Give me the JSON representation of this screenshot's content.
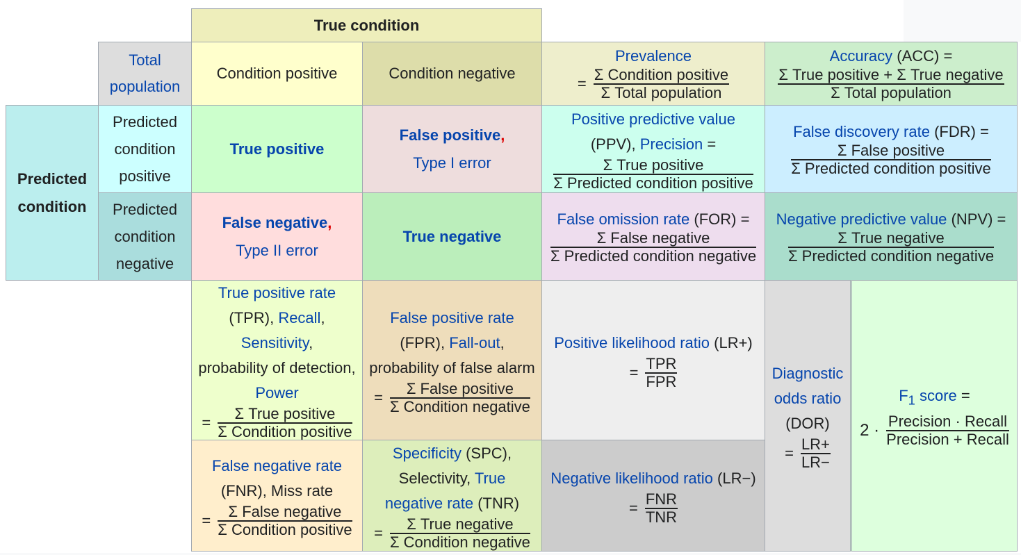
{
  "eq": "=",
  "header": {
    "true_condition": "True condition",
    "total": "Total",
    "population": "population",
    "condition_positive": "Condition positive",
    "condition_negative": "Condition negative",
    "predicted": "Predicted",
    "condition": "condition",
    "pcp": [
      "Predicted",
      "condition",
      "positive"
    ],
    "pcn": [
      "Predicted",
      "condition",
      "negative"
    ]
  },
  "prevalence": {
    "name": "Prevalence",
    "num": "Σ Condition positive",
    "den": "Σ Total population"
  },
  "accuracy": {
    "name": "Accuracy",
    "abbr": " (ACC) =",
    "num": "Σ True positive + Σ True negative",
    "den": "Σ Total population"
  },
  "tp": "True positive",
  "fp": {
    "label": "False positive",
    "comma": ",",
    "sub": "Type I error"
  },
  "fn": {
    "label": "False negative",
    "comma": ",",
    "sub": "Type II error"
  },
  "tn": "True negative",
  "ppv": {
    "name": "Positive predictive value",
    "abbr": "(PPV), ",
    "alias": "Precision",
    "tail": " =",
    "num": "Σ True positive",
    "den": "Σ Predicted condition positive"
  },
  "fdr": {
    "name": "False discovery rate",
    "abbr": " (FDR) =",
    "num": "Σ False positive",
    "den": "Σ Predicted condition positive"
  },
  "for": {
    "name": "False omission rate",
    "abbr": " (FOR) =",
    "num": "Σ False negative",
    "den": "Σ Predicted condition negative"
  },
  "npv": {
    "name": "Negative predictive value",
    "abbr": " (NPV) =",
    "num": "Σ True negative",
    "den": "Σ Predicted condition negative"
  },
  "tpr": {
    "name": "True positive rate",
    "abbr": "(TPR), ",
    "recall": "Recall",
    "c1": ",",
    "sens": "Sensitivity",
    "c2": ",",
    "pod": "probability of detection,",
    "power": "Power",
    "num": "Σ True positive",
    "den": "Σ Condition positive"
  },
  "fpr": {
    "name": "False positive rate",
    "abbr": "(FPR), ",
    "fallout": "Fall-out",
    "c1": ",",
    "pfa": "probability of false alarm",
    "num": "Σ False positive",
    "den": "Σ Condition negative"
  },
  "lrp": {
    "name": "Positive likelihood ratio",
    "abbr": " (LR+)",
    "num": "TPR",
    "den": "FPR"
  },
  "lrn": {
    "name": "Negative likelihood ratio",
    "abbr": " (LR−)",
    "num": "FNR",
    "den": "TNR"
  },
  "dor": {
    "l1": "Diagnostic",
    "l2": "odds ratio",
    "abbr": "(DOR)",
    "num": "LR+",
    "den": "LR−"
  },
  "f1": {
    "f": "F",
    "sub": "1",
    "score": " score",
    "tail": " =",
    "two": "2 ·",
    "num": "Precision · Recall",
    "den": "Precision + Recall"
  },
  "fnr": {
    "name": "False negative rate",
    "abbr": "(FNR), Miss rate",
    "num": "Σ False negative",
    "den": "Σ Condition positive"
  },
  "spc": {
    "name": "Specificity",
    "abbr": " (SPC),",
    "sel": "Selectivity, ",
    "true": "True",
    "nr": "negative rate",
    "tnr": " (TNR)",
    "num": "Σ True negative",
    "den": "Σ Condition negative"
  }
}
